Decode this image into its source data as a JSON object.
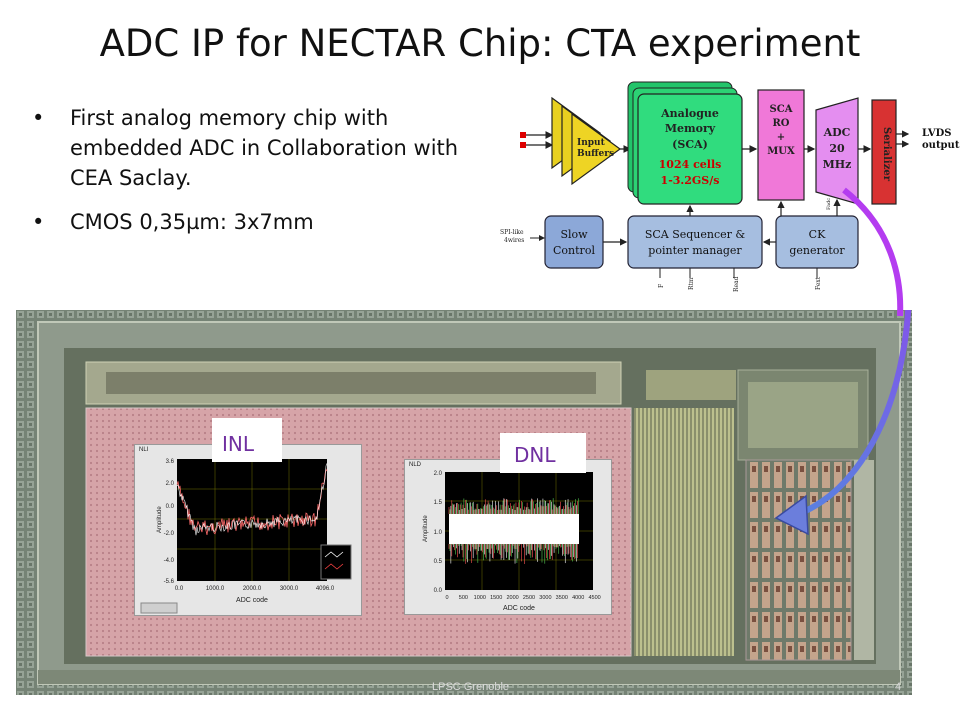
{
  "slide": {
    "title": "ADC IP for NECTAR Chip: CTA experiment",
    "bullets": [
      "First analog memory chip with embedded ADC in Collaboration with CEA Saclay.",
      "CMOS 0,35µm: 3x7mm"
    ],
    "footer": "LPSC Grenoble",
    "page_number": "4"
  },
  "diagram": {
    "input_buffers": [
      "Input",
      "Buffers"
    ],
    "analogue_memory": [
      "Analogue",
      "Memory",
      "(SCA)"
    ],
    "memory_specs": [
      "1024 cells",
      "1-3.2GS/s"
    ],
    "sca_ro": [
      "SCA",
      "RO",
      "+",
      "MUX"
    ],
    "adc": [
      "ADC",
      "20",
      "MHz"
    ],
    "serializer": "Serializer",
    "outputs": [
      "LVDS",
      "outputs"
    ],
    "slow_control": [
      "Slow",
      "Control"
    ],
    "sca_sequencer": [
      "SCA Sequencer &",
      "pointer manager"
    ],
    "ck_generator": [
      "CK",
      "generator"
    ],
    "spi_label": [
      "SPI-like",
      "4wires"
    ],
    "pins": [
      "Fadc",
      "F",
      "Rtm",
      "Read",
      "Fext"
    ]
  },
  "plots": {
    "inl": {
      "tag": "INL",
      "window_title": "NLI",
      "ylabel": "Amplitude",
      "xlabel": "ADC code",
      "yticks": [
        "3.6",
        "2.0",
        "0.0",
        "-2.0",
        "-4.0",
        "-5.6"
      ],
      "xticks": [
        "0.0",
        "1000.0",
        "2000.0",
        "3000.0",
        "4096.0"
      ]
    },
    "dnl": {
      "tag": "DNL",
      "window_title": "NLD",
      "ylabel": "Amplitude",
      "xlabel": "ADC code",
      "yticks": [
        "2.0",
        "1.5",
        "1.0",
        "0.5",
        "0.0"
      ],
      "xticks": [
        "0",
        "500",
        "1000",
        "1500",
        "2000",
        "2500",
        "3000",
        "3500",
        "4000",
        "4500"
      ]
    }
  }
}
